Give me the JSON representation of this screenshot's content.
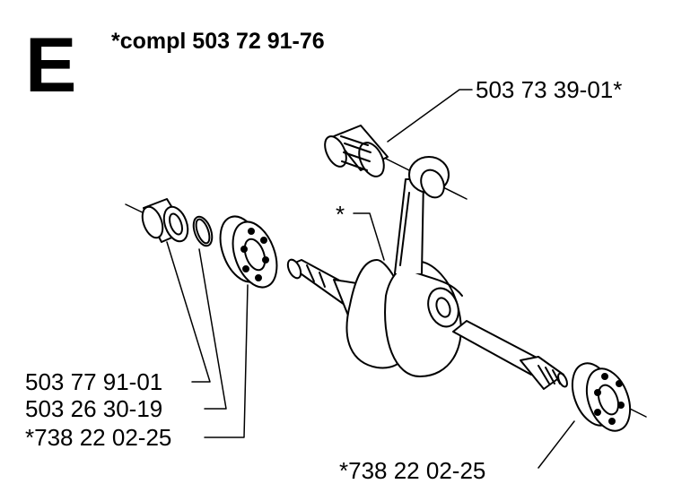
{
  "section_letter": "E",
  "assembly_label": "*compl 503 72 91-76",
  "parts": [
    {
      "part_number": "503 73 39-01*",
      "item": "needle-bearing"
    },
    {
      "part_number": "*",
      "item": "crankshaft"
    },
    {
      "part_number": "503 77 91-01",
      "item": "sleeve"
    },
    {
      "part_number": "503 26 30-19",
      "item": "o-ring"
    },
    {
      "part_number": "*738 22 02-25",
      "item": "ball-bearing-left"
    },
    {
      "part_number": "*738 22 02-25",
      "item": "ball-bearing-right"
    }
  ]
}
